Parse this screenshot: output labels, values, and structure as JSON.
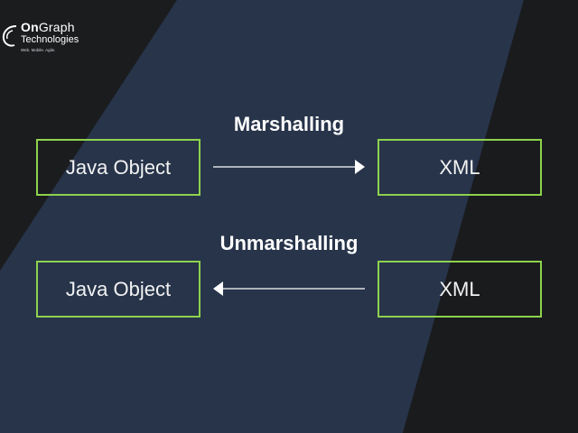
{
  "brand": {
    "name_bold": "On",
    "name_rest": "Graph",
    "name_line2": "Technologies",
    "tagline": "Web. Mobile. Agile."
  },
  "diagram": {
    "marshalling": {
      "label": "Marshalling",
      "source": "Java Object",
      "target": "XML",
      "direction": "right"
    },
    "unmarshalling": {
      "label": "Unmarshalling",
      "source": "XML",
      "target": "Java Object",
      "direction": "left"
    }
  },
  "colors": {
    "background": "#1b1c1e",
    "panel": "#27344a",
    "box_border": "#8ed24d",
    "text": "#ffffff"
  }
}
